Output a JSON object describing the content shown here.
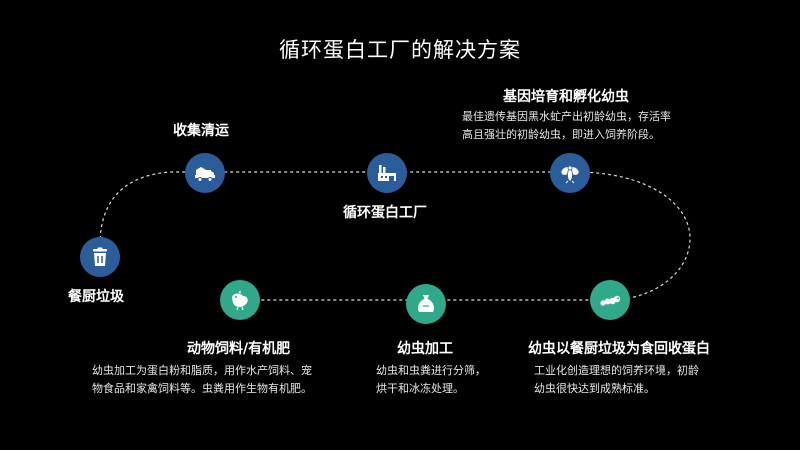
{
  "title": "循环蛋白工厂的解决方案",
  "colors": {
    "blue_node": "#2c5d9b",
    "green_node": "#2fa98a",
    "path": "#d9d9d9",
    "background": "#000000"
  },
  "nodes": {
    "kitchen_waste": {
      "label": "餐厨垃圾",
      "icon": "trash-bin-icon"
    },
    "collect": {
      "label": "收集清运",
      "icon": "garbage-truck-icon"
    },
    "factory": {
      "label": "循环蛋白工厂",
      "icon": "factory-icon"
    },
    "breeding": {
      "label": "基因培育和孵化幼虫",
      "icon": "fly-icon",
      "desc": [
        "最佳遗传基因黑水虻产出初龄幼虫，存活率",
        "高且强壮的初龄幼虫，即进入饲养阶段。"
      ]
    },
    "feeding": {
      "label": "幼虫以餐厨垃圾为食回收蛋白",
      "icon": "larva-icon",
      "desc": [
        "工业化创造理想的饲养环境，初龄",
        "幼虫很快达到成熟标准。"
      ]
    },
    "processing": {
      "label": "幼虫加工",
      "icon": "sack-icon",
      "desc": [
        "幼虫和虫粪进行分筛，",
        "烘干和冰冻处理。"
      ]
    },
    "feed": {
      "label": "动物饲料/有机肥",
      "icon": "chicken-icon",
      "desc": [
        "幼虫加工为蛋白粉和脂质，用作水产饲料、宠",
        "物食品和家禽饲料等。虫粪用作生物有机肥。"
      ]
    }
  }
}
